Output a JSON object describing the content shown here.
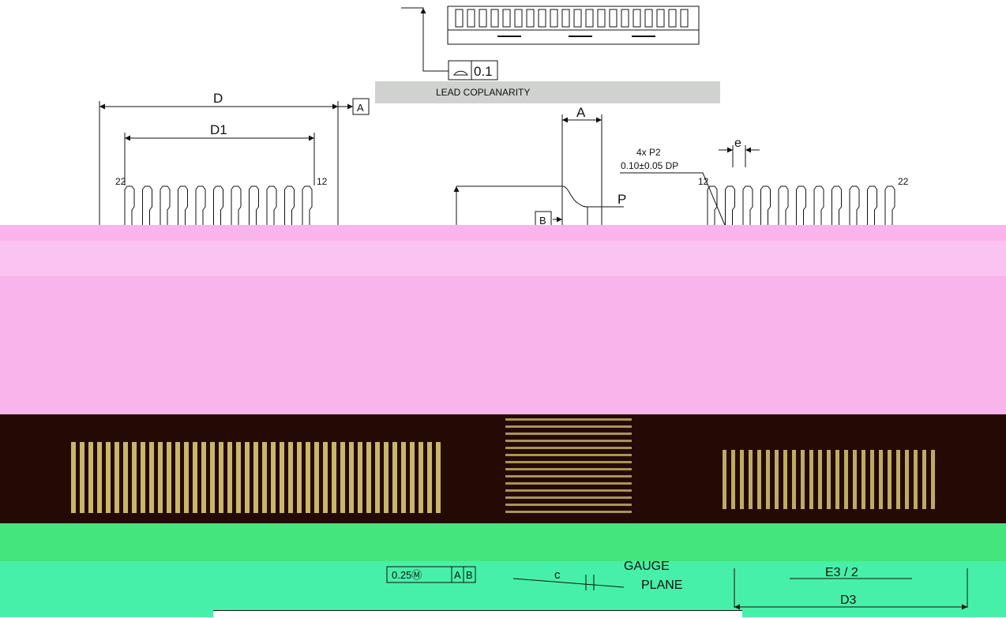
{
  "coplanarity": {
    "value": "0.1",
    "label": "LEAD COPLANARITY"
  },
  "datums": {
    "a": "A",
    "b": "B"
  },
  "dimensions": {
    "d": "D",
    "d1": "D1",
    "d3": "D3",
    "e2_half": "E3 / 2",
    "a": "A",
    "p": "P",
    "e": "e",
    "c": "c"
  },
  "pins": {
    "left_first": "22",
    "left_last": "12",
    "right_first": "12",
    "right_last": "22"
  },
  "hole_note": {
    "line1": "4x P2",
    "line2": "0.10±0.05 DP"
  },
  "tolerance_frame": {
    "value": "0.25Ⓜ",
    "ref_a": "A",
    "ref_b": "B"
  },
  "gauge_plane": {
    "line1": "GAUGE",
    "line2": "PLANE"
  },
  "colors": {
    "overlay_pink": "#f9b4ec",
    "overlay_dark": "#230a05",
    "overlay_green": "#44e57c",
    "overlay_teal": "#47f0a8",
    "overlay_yellow": "#fff08a",
    "grey_banner": "#cfd2cf"
  }
}
